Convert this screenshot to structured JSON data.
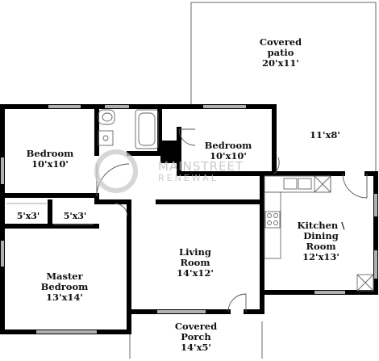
{
  "rooms": {
    "patio": {
      "name_l1": "Covered",
      "name_l2": "patio",
      "size": "20'x11'"
    },
    "outdoor": {
      "size": "11'x8'"
    },
    "bedroom_left": {
      "name": "Bedroom",
      "size": "10'x10'"
    },
    "bedroom_mid": {
      "name": "Bedroom",
      "size": "10'x10'"
    },
    "closet_a": {
      "size": "5'x3'"
    },
    "closet_b": {
      "size": "5'x3'"
    },
    "kitchen": {
      "name_l1": "Kitchen \\",
      "name_l2": "Dining",
      "name_l3": "Room",
      "size": "12'x13'"
    },
    "living": {
      "name_l1": "Living",
      "name_l2": "Room",
      "size": "14'x12'"
    },
    "master": {
      "name_l1": "Master",
      "name_l2": "Bedroom",
      "size": "13'x14'"
    },
    "porch": {
      "name_l1": "Covered",
      "name_l2": "Porch",
      "size": "14'x5'"
    }
  },
  "watermark": {
    "line1": "MAINSTREET",
    "line2": "RENEWAL"
  },
  "colors": {
    "wall": "#000000",
    "thin": "#9a9a9a",
    "window": "#b0b0b0",
    "watermark": "#bdbdbd"
  }
}
